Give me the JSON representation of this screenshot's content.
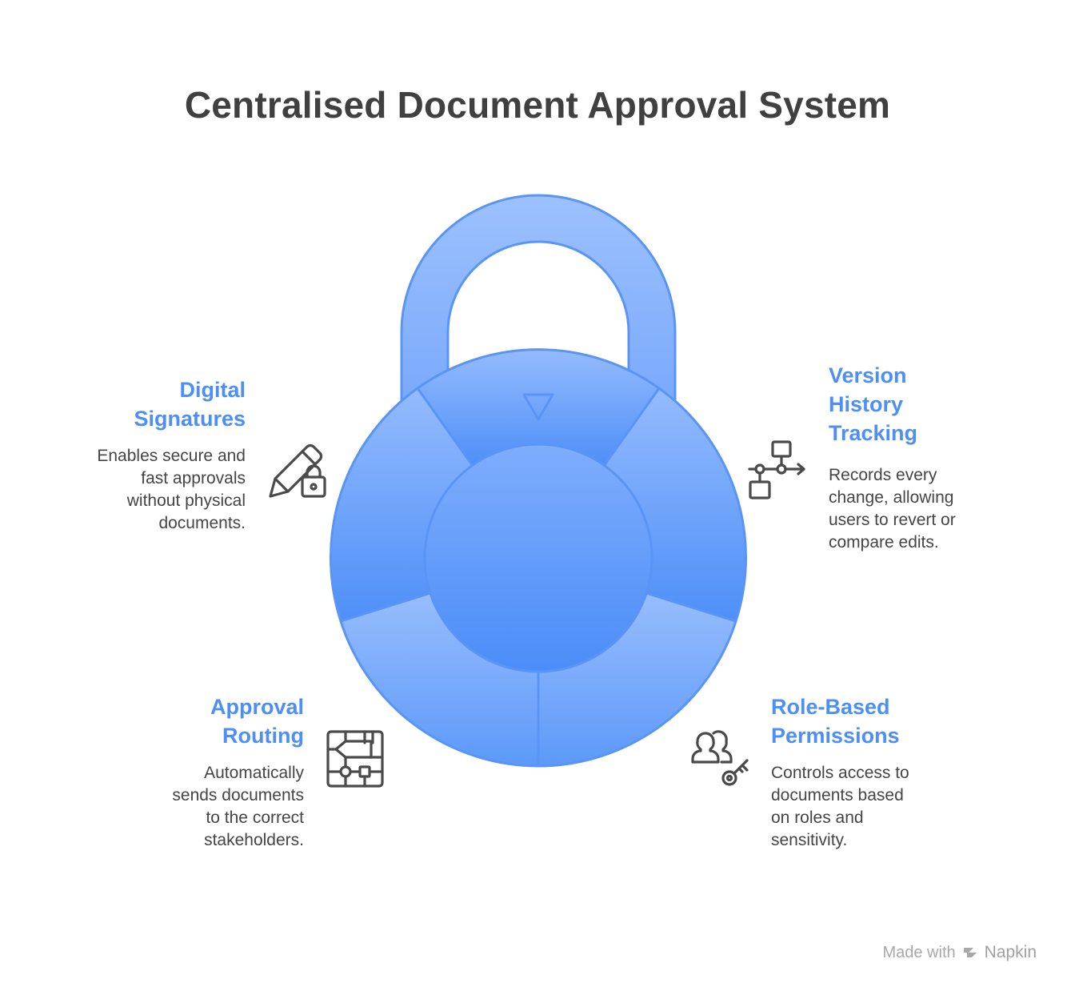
{
  "title": "Centralised Document Approval System",
  "colors": {
    "accent": "#4d8ff5",
    "lock_light": "#95bcfd",
    "lock_dark": "#4d8ff5",
    "lock_stroke": "#5a95f5",
    "text": "#404040",
    "icon": "#4a4a4a"
  },
  "segments": [
    {
      "id": "digital-signatures",
      "title_lines": [
        "Digital",
        "Signatures"
      ],
      "description_lines": [
        "Enables secure and",
        "fast approvals",
        "without physical",
        "documents."
      ],
      "icon": "pen-lock-icon"
    },
    {
      "id": "version-history",
      "title_lines": [
        "Version",
        "History",
        "Tracking"
      ],
      "description_lines": [
        "Records every",
        "change, allowing",
        "users to revert or",
        "compare edits."
      ],
      "icon": "flow-branch-icon"
    },
    {
      "id": "approval-routing",
      "title_lines": [
        "Approval",
        "Routing"
      ],
      "description_lines": [
        "Automatically",
        "sends documents",
        "to the correct",
        "stakeholders."
      ],
      "icon": "routing-grid-icon"
    },
    {
      "id": "role-based-permissions",
      "title_lines": [
        "Role-Based",
        "Permissions"
      ],
      "description_lines": [
        "Controls access to",
        "documents based",
        "on roles and",
        "sensitivity."
      ],
      "icon": "users-key-icon"
    }
  ],
  "footer": {
    "made_with": "Made with",
    "brand": "Napkin",
    "icon": "napkin-logo-icon"
  }
}
